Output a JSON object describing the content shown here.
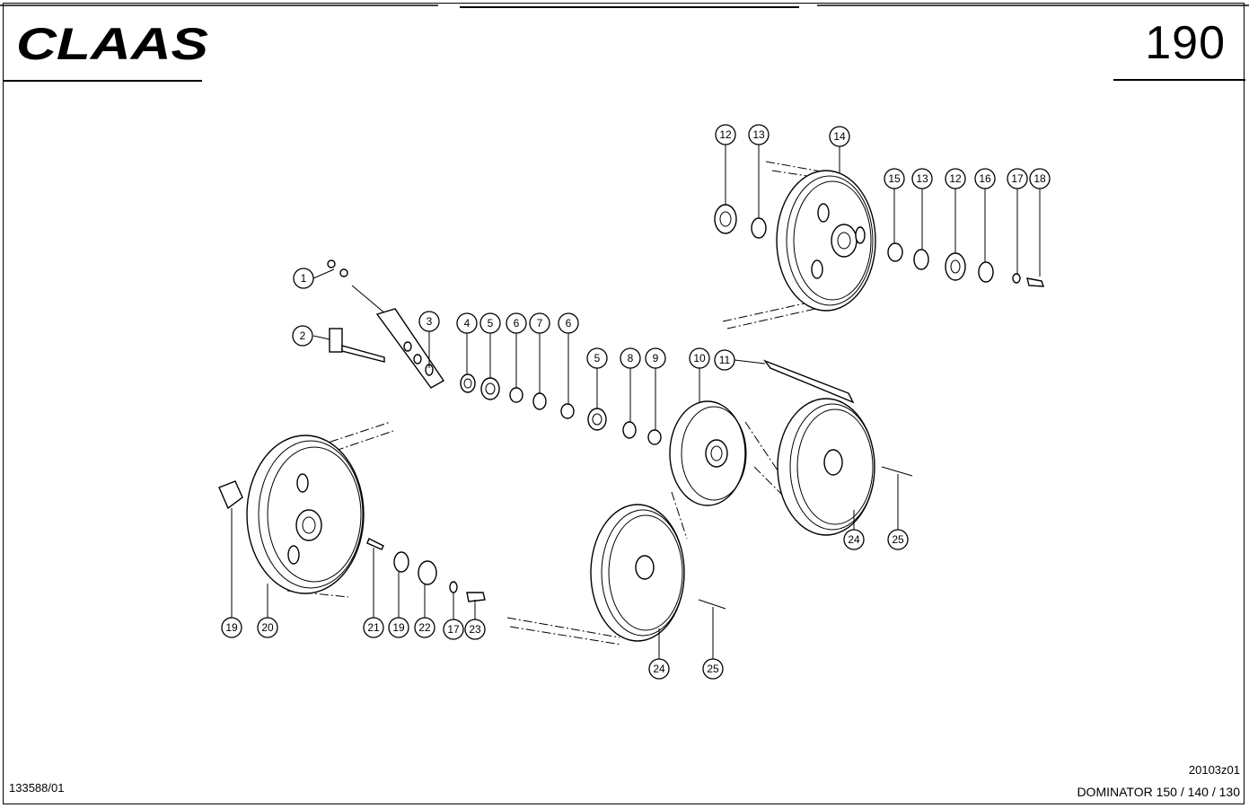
{
  "header": {
    "brand": "CLAAS",
    "page_number": "190"
  },
  "footer": {
    "doc_number": "133588/01",
    "drawing_code": "20103z01",
    "model": "DOMINATOR 150 / 140 / 130"
  },
  "callouts": [
    {
      "label": "1"
    },
    {
      "label": "2"
    },
    {
      "label": "3"
    },
    {
      "label": "4"
    },
    {
      "label": "5"
    },
    {
      "label": "6"
    },
    {
      "label": "7"
    },
    {
      "label": "6"
    },
    {
      "label": "5"
    },
    {
      "label": "8"
    },
    {
      "label": "9"
    },
    {
      "label": "10"
    },
    {
      "label": "11"
    },
    {
      "label": "12"
    },
    {
      "label": "13"
    },
    {
      "label": "14"
    },
    {
      "label": "15"
    },
    {
      "label": "13"
    },
    {
      "label": "12"
    },
    {
      "label": "16"
    },
    {
      "label": "17"
    },
    {
      "label": "18"
    },
    {
      "label": "19"
    },
    {
      "label": "20"
    },
    {
      "label": "21"
    },
    {
      "label": "19"
    },
    {
      "label": "22"
    },
    {
      "label": "17"
    },
    {
      "label": "23"
    },
    {
      "label": "24"
    },
    {
      "label": "25"
    },
    {
      "label": "24"
    },
    {
      "label": "25"
    }
  ]
}
